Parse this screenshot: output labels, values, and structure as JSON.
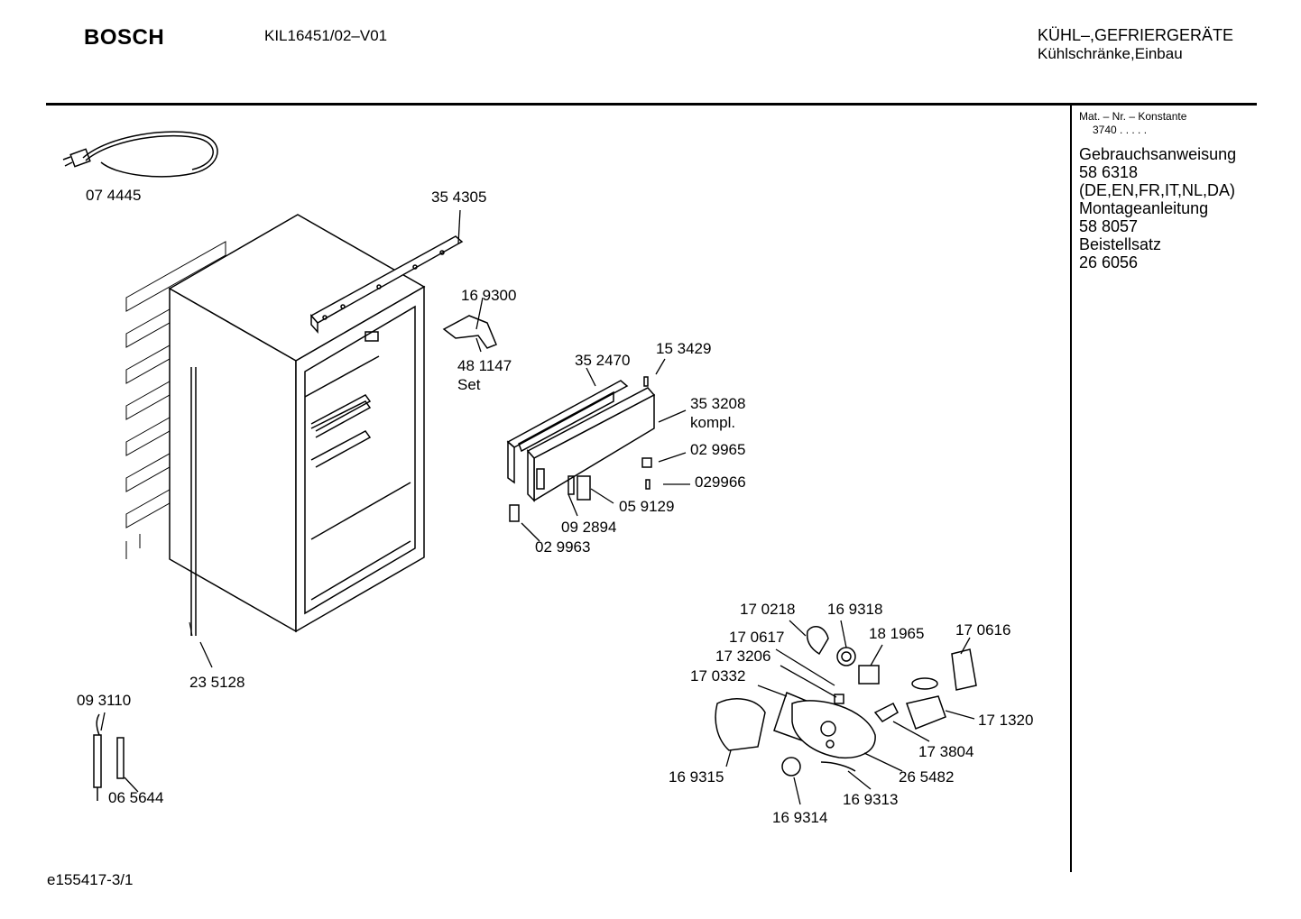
{
  "header": {
    "brand": "BOSCH",
    "model": "KIL16451/02–V01",
    "category_line1": "KÜHL–,GEFRIERGERÄTE",
    "category_line2": "Kühlschränke,Einbau"
  },
  "sidebar": {
    "mat_line": "Mat. – Nr. – Konstante",
    "mat_value": "3740  .  .  .  .  .",
    "items": [
      "Gebrauchsanweisung",
      "58 6318",
      "(DE,EN,FR,IT,NL,DA)",
      "Montageanleitung",
      "58 8057",
      "Beistellsatz",
      "26 6056"
    ]
  },
  "parts": {
    "p074445": "07 4445",
    "p354305": "35 4305",
    "p169300": "16 9300",
    "p481147": "48 1147",
    "p481147_sub": "Set",
    "p352470": "35 2470",
    "p153429": "15 3429",
    "p353208": "35 3208",
    "p353208_sub": "kompl.",
    "p029965": "02 9965",
    "p029966": "029966",
    "p059129": "05 9129",
    "p092894": "09 2894",
    "p029963": "02 9963",
    "p235128": "23 5128",
    "p093110": "09 3110",
    "p065644": "06 5644",
    "p170218": "17 0218",
    "p169318": "16 9318",
    "p170617": "17 0617",
    "p181965": "18 1965",
    "p170616": "17 0616",
    "p173206": "17 3206",
    "p170332": "17 0332",
    "p171320": "17 1320",
    "p173804": "17 3804",
    "p169315": "16 9315",
    "p265482": "26 5482",
    "p169313": "16 9313",
    "p169314": "16 9314"
  },
  "footer": {
    "code": "e155417-3/1"
  }
}
